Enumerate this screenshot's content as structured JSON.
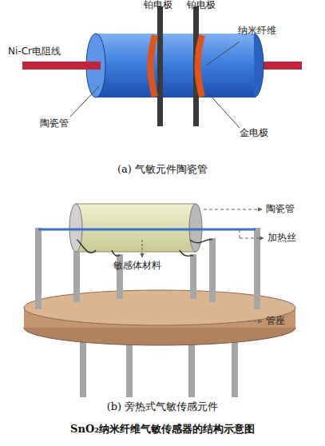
{
  "diagram": {
    "caption": "SnO₂纳米纤维气敏传感器的结构示意图",
    "labels": [
      "铂电极",
      "铂电极",
      "纳米纤维",
      "Ni-Cr电阻线",
      "陶瓷管",
      "金电极",
      "(a) 气敏元件陶瓷管",
      "陶瓷管",
      "加热丝",
      "敏感体材料",
      "管座",
      "(b) 旁热式气敏传感元件"
    ]
  }
}
